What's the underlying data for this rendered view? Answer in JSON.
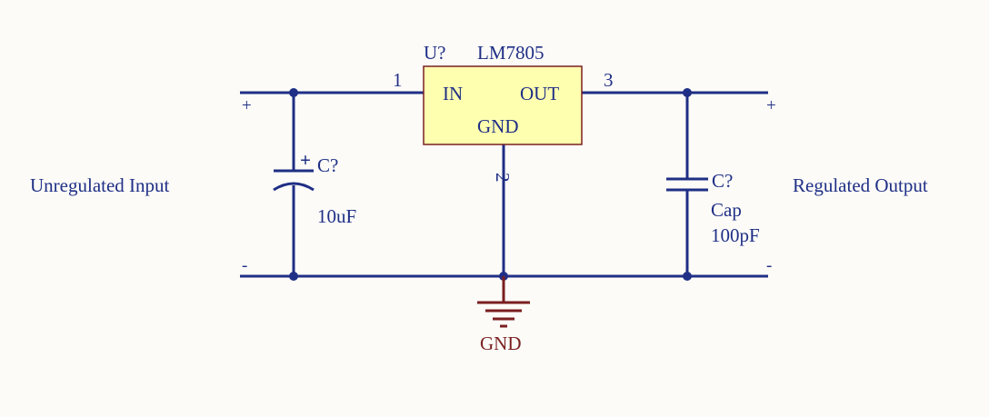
{
  "colors": {
    "wire": "#1F2F85",
    "text": "#1F2F85",
    "ground": "#7A1F1F",
    "ic_fill": "#FFFFB0",
    "ic_border": "#7A1F1F",
    "background": "#FCFBF8"
  },
  "ic": {
    "designator": "U?",
    "part": "LM7805",
    "pin_in_label": "IN",
    "pin_out_label": "OUT",
    "pin_gnd_label": "GND",
    "pin_in_number": "1",
    "pin_out_number": "3",
    "pin_gnd_number": "2"
  },
  "input_cap": {
    "designator": "C?",
    "value": "10uF",
    "polarity_mark": "+"
  },
  "output_cap": {
    "designator": "C?",
    "type": "Cap",
    "value": "100pF"
  },
  "labels": {
    "unregulated": "Unregulated Input",
    "regulated": "Regulated Output",
    "in_plus": "+",
    "in_minus": "-",
    "out_plus": "+",
    "out_minus": "-"
  },
  "ground": {
    "label": "GND",
    "icon": "ground-icon"
  }
}
